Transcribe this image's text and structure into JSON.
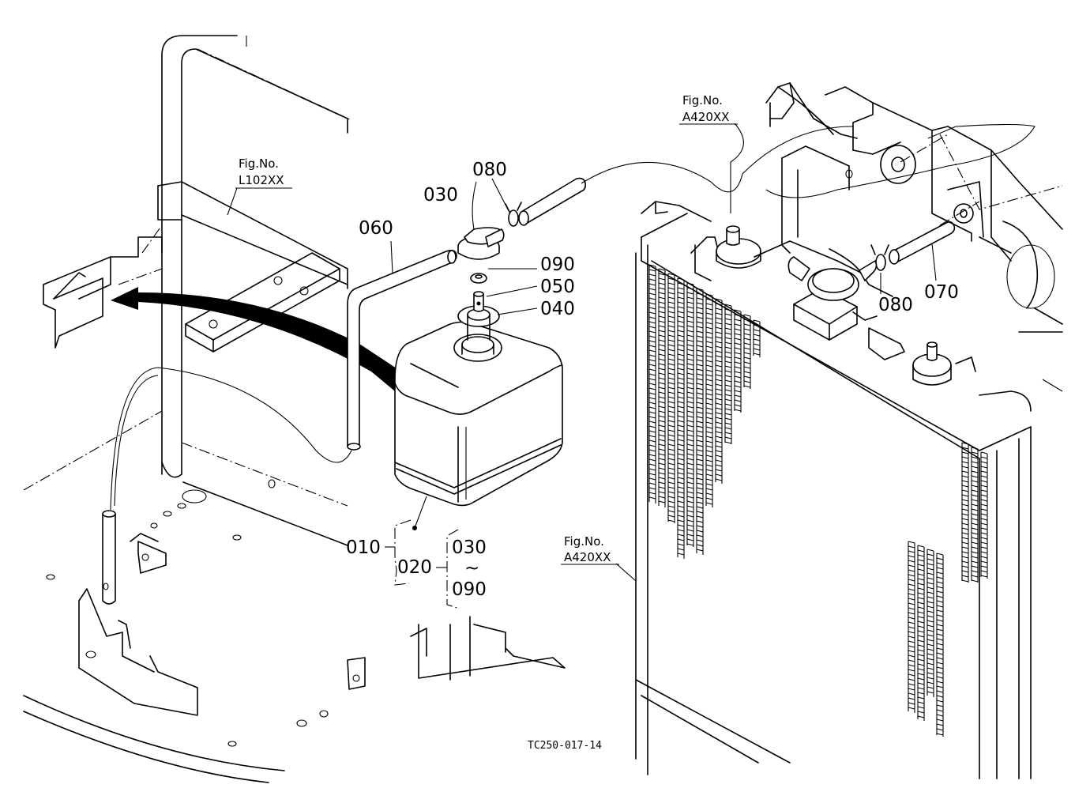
{
  "callouts": {
    "p010": "010",
    "p020": "020",
    "p030": "030",
    "p030b": "030",
    "tilde": "~",
    "p090b": "090",
    "p040": "040",
    "p050": "050",
    "p060": "060",
    "p070": "070",
    "p080a": "080",
    "p080b": "080",
    "p090": "090"
  },
  "fig_refs": [
    {
      "label": "Fig.No.",
      "code": "L102XX"
    },
    {
      "label": "Fig.No.",
      "code": "A420XX"
    },
    {
      "label": "Fig.No.",
      "code": "A420XX"
    }
  ],
  "drawing_code": "TC250-017-14"
}
